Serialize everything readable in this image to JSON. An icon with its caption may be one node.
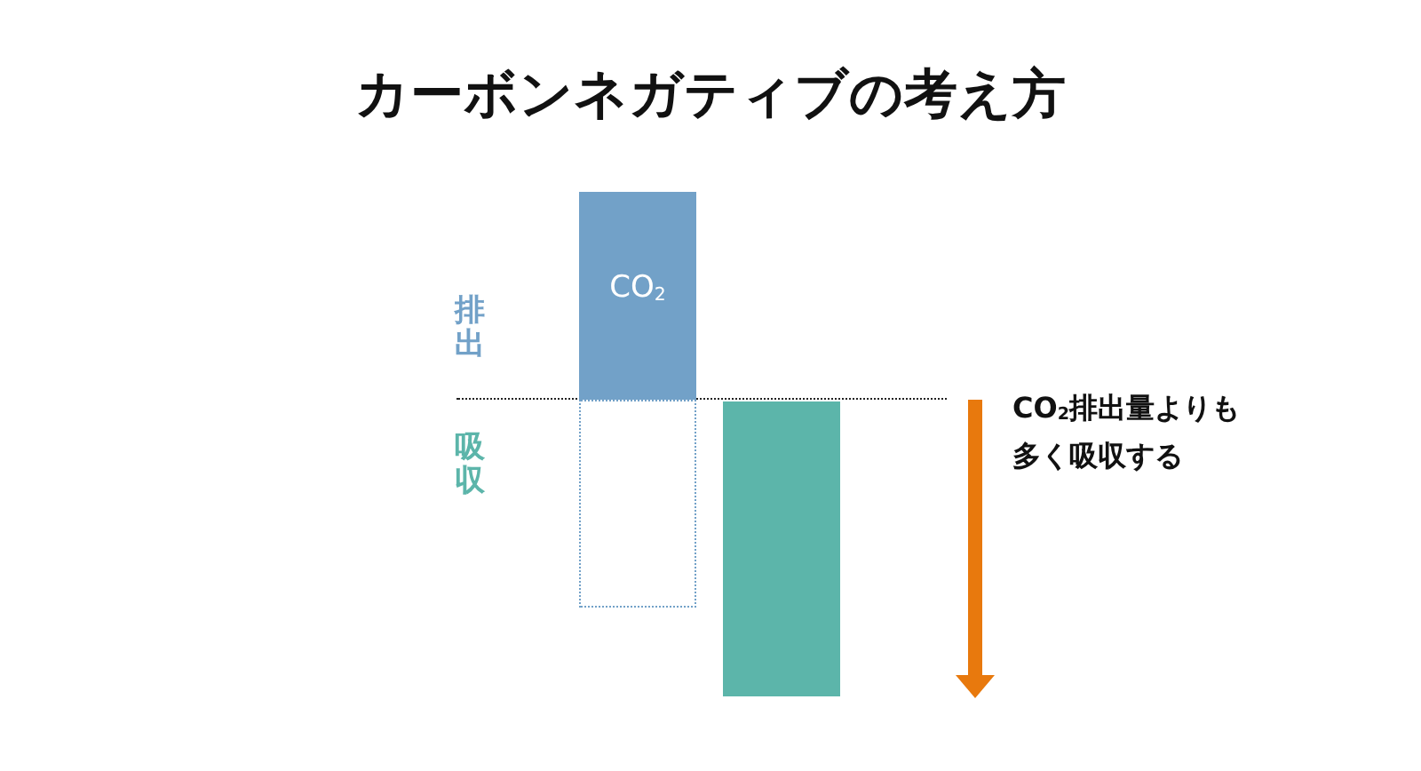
{
  "diagram": {
    "title": "カーボンネガティブの考え方",
    "nodes": [
      {
        "text": [
          "CO$_{2}$"
        ]
      },
      {
        "text": [],
        "shape": "box"
      },
      {
        "text": [],
        "shape": "bar"
      }
    ],
    "labels": [
      "排出",
      "吸収",
      "CO$_{2}$排出量よりも多く吸収する"
    ]
  }
}
